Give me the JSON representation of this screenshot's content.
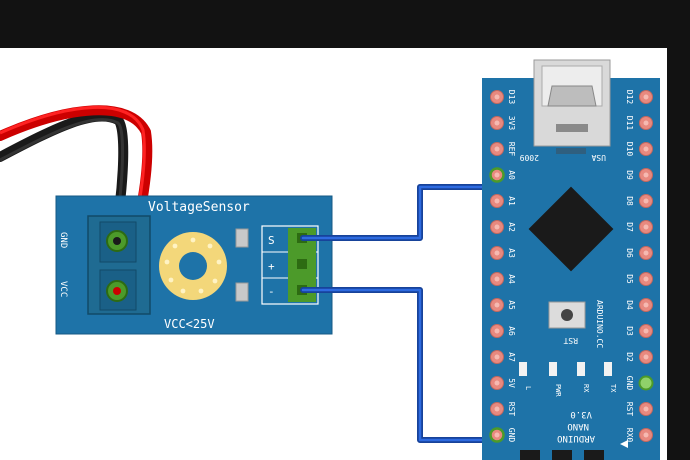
{
  "sensor": {
    "title": "VoltageSensor",
    "bottom_label": "VCC<25V",
    "input_terminals": [
      "GND",
      "VCC"
    ],
    "output_pins": [
      "S",
      "+",
      "-"
    ]
  },
  "arduino": {
    "left_pins": [
      "D13",
      "3V3",
      "REF",
      "A0",
      "A1",
      "A2",
      "A3",
      "A4",
      "A5",
      "A6",
      "A7",
      "5V",
      "RST",
      "GND"
    ],
    "right_pins": [
      "D12",
      "D11",
      "D10",
      "D9",
      "D8",
      "D7",
      "D6",
      "D5",
      "D4",
      "D3",
      "D2",
      "GND",
      "RST",
      "RX0"
    ],
    "chip_labels": [
      "2009",
      "USA"
    ],
    "reset_label": "RST",
    "brand": "ARDUINO.CC",
    "led_labels": [
      "L",
      "PWR",
      "RX",
      "TX"
    ],
    "name_lines": [
      "V3.0",
      "NANO",
      "ARDUINO"
    ]
  },
  "colors": {
    "board": "#1e73a8",
    "wire": "#1f57c4",
    "terminal": "#1f6b92",
    "header": "#4c9a2a",
    "pin": "#e8897f"
  }
}
